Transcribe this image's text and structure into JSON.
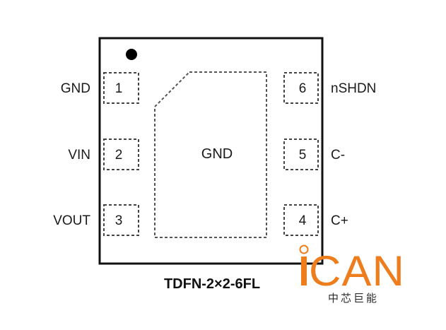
{
  "package": {
    "name": "TDFN-2×2-6FL",
    "exposed_pad_label": "GND",
    "pins_left": [
      {
        "number": "1",
        "name": "GND"
      },
      {
        "number": "2",
        "name": "VIN"
      },
      {
        "number": "3",
        "name": "VOUT"
      }
    ],
    "pins_right": [
      {
        "number": "6",
        "name": "nSHDN"
      },
      {
        "number": "5",
        "name": "C-"
      },
      {
        "number": "4",
        "name": "C+"
      }
    ]
  },
  "logo": {
    "brand": "iCAN",
    "subtitle": "中芯巨能",
    "color": "#ee7d1e"
  }
}
